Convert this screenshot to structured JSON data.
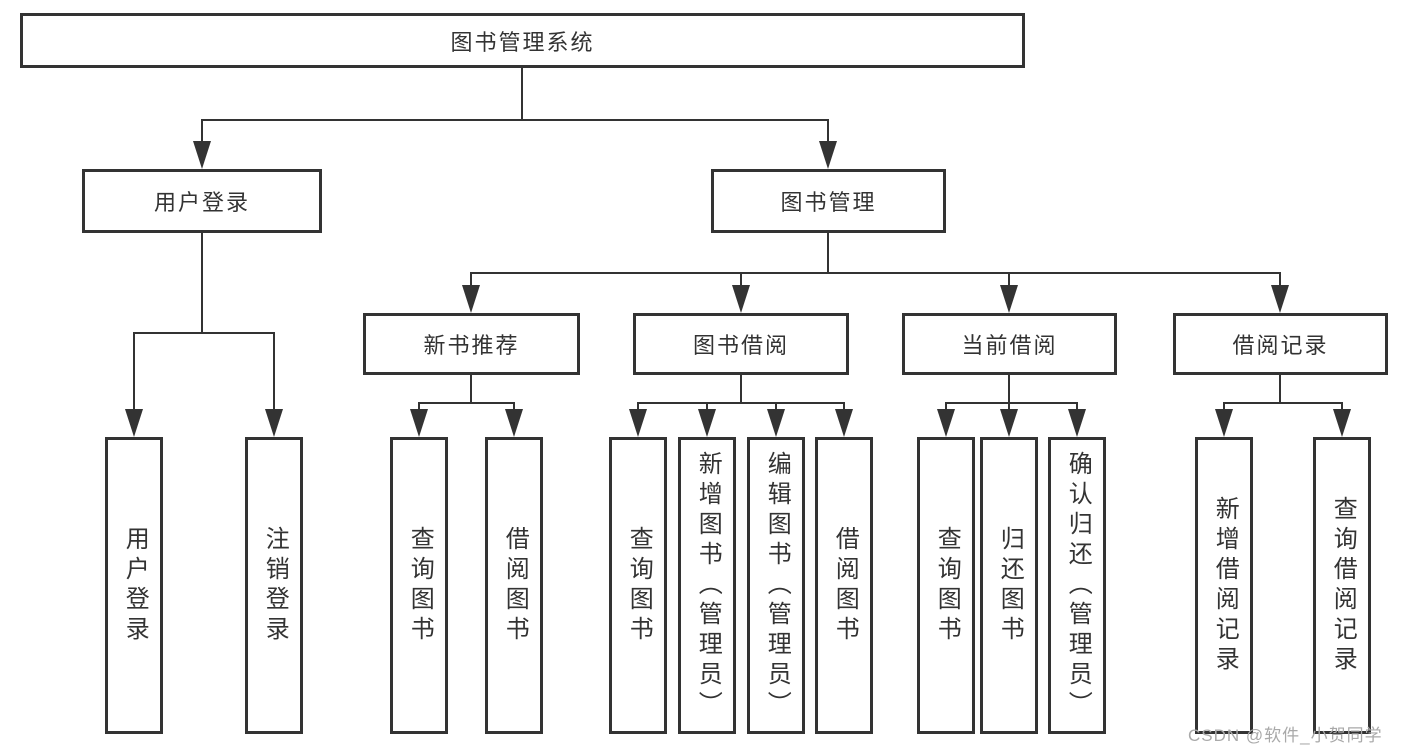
{
  "diagram": {
    "root": {
      "label": "图书管理系统"
    },
    "level2": [
      {
        "label": "用户登录"
      },
      {
        "label": "图书管理"
      }
    ],
    "level3": [
      {
        "label": "新书推荐",
        "parent": "图书管理"
      },
      {
        "label": "图书借阅",
        "parent": "图书管理"
      },
      {
        "label": "当前借阅",
        "parent": "图书管理"
      },
      {
        "label": "借阅记录",
        "parent": "图书管理"
      }
    ],
    "leaves": [
      {
        "label": "用户登录",
        "parent": "用户登录"
      },
      {
        "label": "注销登录",
        "parent": "用户登录"
      },
      {
        "label": "查询图书",
        "parent": "新书推荐"
      },
      {
        "label": "借阅图书",
        "parent": "新书推荐"
      },
      {
        "label": "查询图书",
        "parent": "图书借阅"
      },
      {
        "label": "新增图书（管理员）",
        "parent": "图书借阅"
      },
      {
        "label": "编辑图书（管理员）",
        "parent": "图书借阅"
      },
      {
        "label": "借阅图书",
        "parent": "图书借阅"
      },
      {
        "label": "查询图书",
        "parent": "当前借阅"
      },
      {
        "label": "归还图书",
        "parent": "当前借阅"
      },
      {
        "label": "确认归还（管理员）",
        "parent": "当前借阅"
      },
      {
        "label": "新增借阅记录",
        "parent": "借阅记录"
      },
      {
        "label": "查询借阅记录",
        "parent": "借阅记录"
      }
    ]
  },
  "watermark": {
    "text": "CSDN @软件_小贺同学"
  },
  "colors": {
    "line": "#333333",
    "box_border": "#333333",
    "box_fill": "#ffffff",
    "text": "#333333",
    "watermark": "#a9a9a9",
    "background": "#ffffff"
  }
}
